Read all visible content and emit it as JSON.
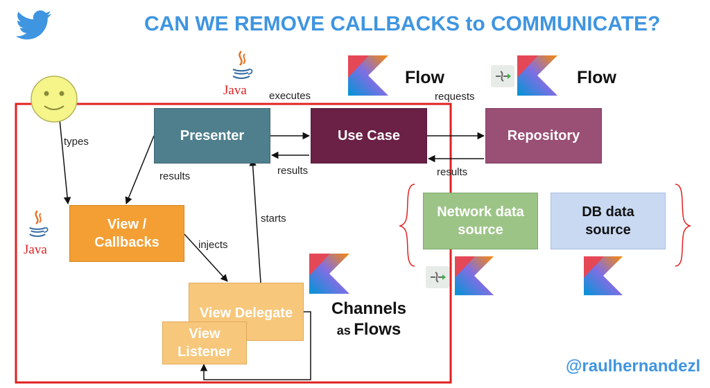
{
  "header": {
    "title": "CAN WE REMOVE CALLBACKS to COMMUNICATE?",
    "logo_icon": "twitter-bird-icon",
    "handle": "@raulhernandezl"
  },
  "colors": {
    "accent_blue": "#3f95e0",
    "presenter": "#4f7f8c",
    "use_case": "#6b2046",
    "repository": "#9a4f75",
    "view": "#f39f34",
    "delegate": "#f7c77c",
    "network": "#9cc487",
    "db": "#c9d9f2",
    "frame": "#e02020"
  },
  "icons": {
    "java": "java-logo-icon",
    "kotlin": "kotlin-logo-icon",
    "flow": "flow-arrow-icon",
    "user": "smiley-face-icon"
  },
  "java_labels": {
    "top": "Java",
    "left": "Java"
  },
  "nodes": {
    "presenter": "Presenter",
    "use_case": "Use Case",
    "repository": "Repository",
    "view_callbacks": "View /\nCallbacks",
    "view_delegate": "View Delegate",
    "view_listener": "View\nListener",
    "network_source": "Network data\nsource",
    "db_source": "DB data\nsource"
  },
  "edge_labels": {
    "types": "types",
    "executes": "executes",
    "requests": "requests",
    "results_presenter": "results",
    "results_usecase": "results",
    "results_repository": "results",
    "starts": "starts",
    "injects": "injects"
  },
  "tech_labels": {
    "flow_usecase": "Flow",
    "flow_repository": "Flow",
    "channels": "Channels",
    "as": "as",
    "flows": "Flows"
  }
}
